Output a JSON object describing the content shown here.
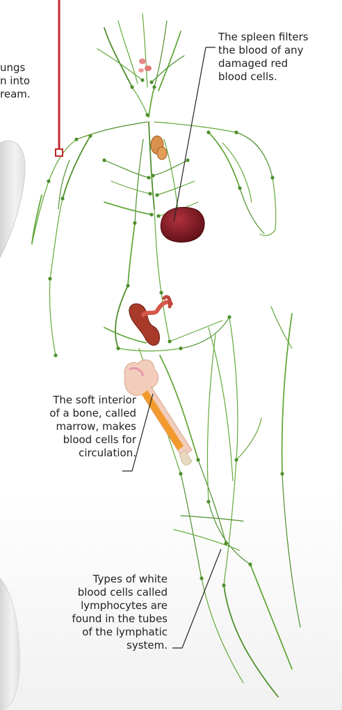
{
  "colors": {
    "lymph": "#63a83a",
    "lymph_dark": "#4e8f2c",
    "accent_red": "#c0272d",
    "leader": "#222222",
    "spleen": "#7a1a22",
    "bone": "#f0c9b6",
    "marrow": "#f29a2e",
    "figure_shadow": "#e2e2e2"
  },
  "annotations": {
    "lungs": "ungs\nn into\nream.",
    "spleen": "The spleen filters\nthe blood of any\ndamaged red\nblood cells.",
    "marrow": "The soft interior\nof a bone, called\nmarrow, makes\nblood cells for\ncirculation.",
    "lymphocytes": "Types of white\nblood cells called\nlymphocytes are\nfound in the tubes\nof the lymphatic\nsystem."
  }
}
